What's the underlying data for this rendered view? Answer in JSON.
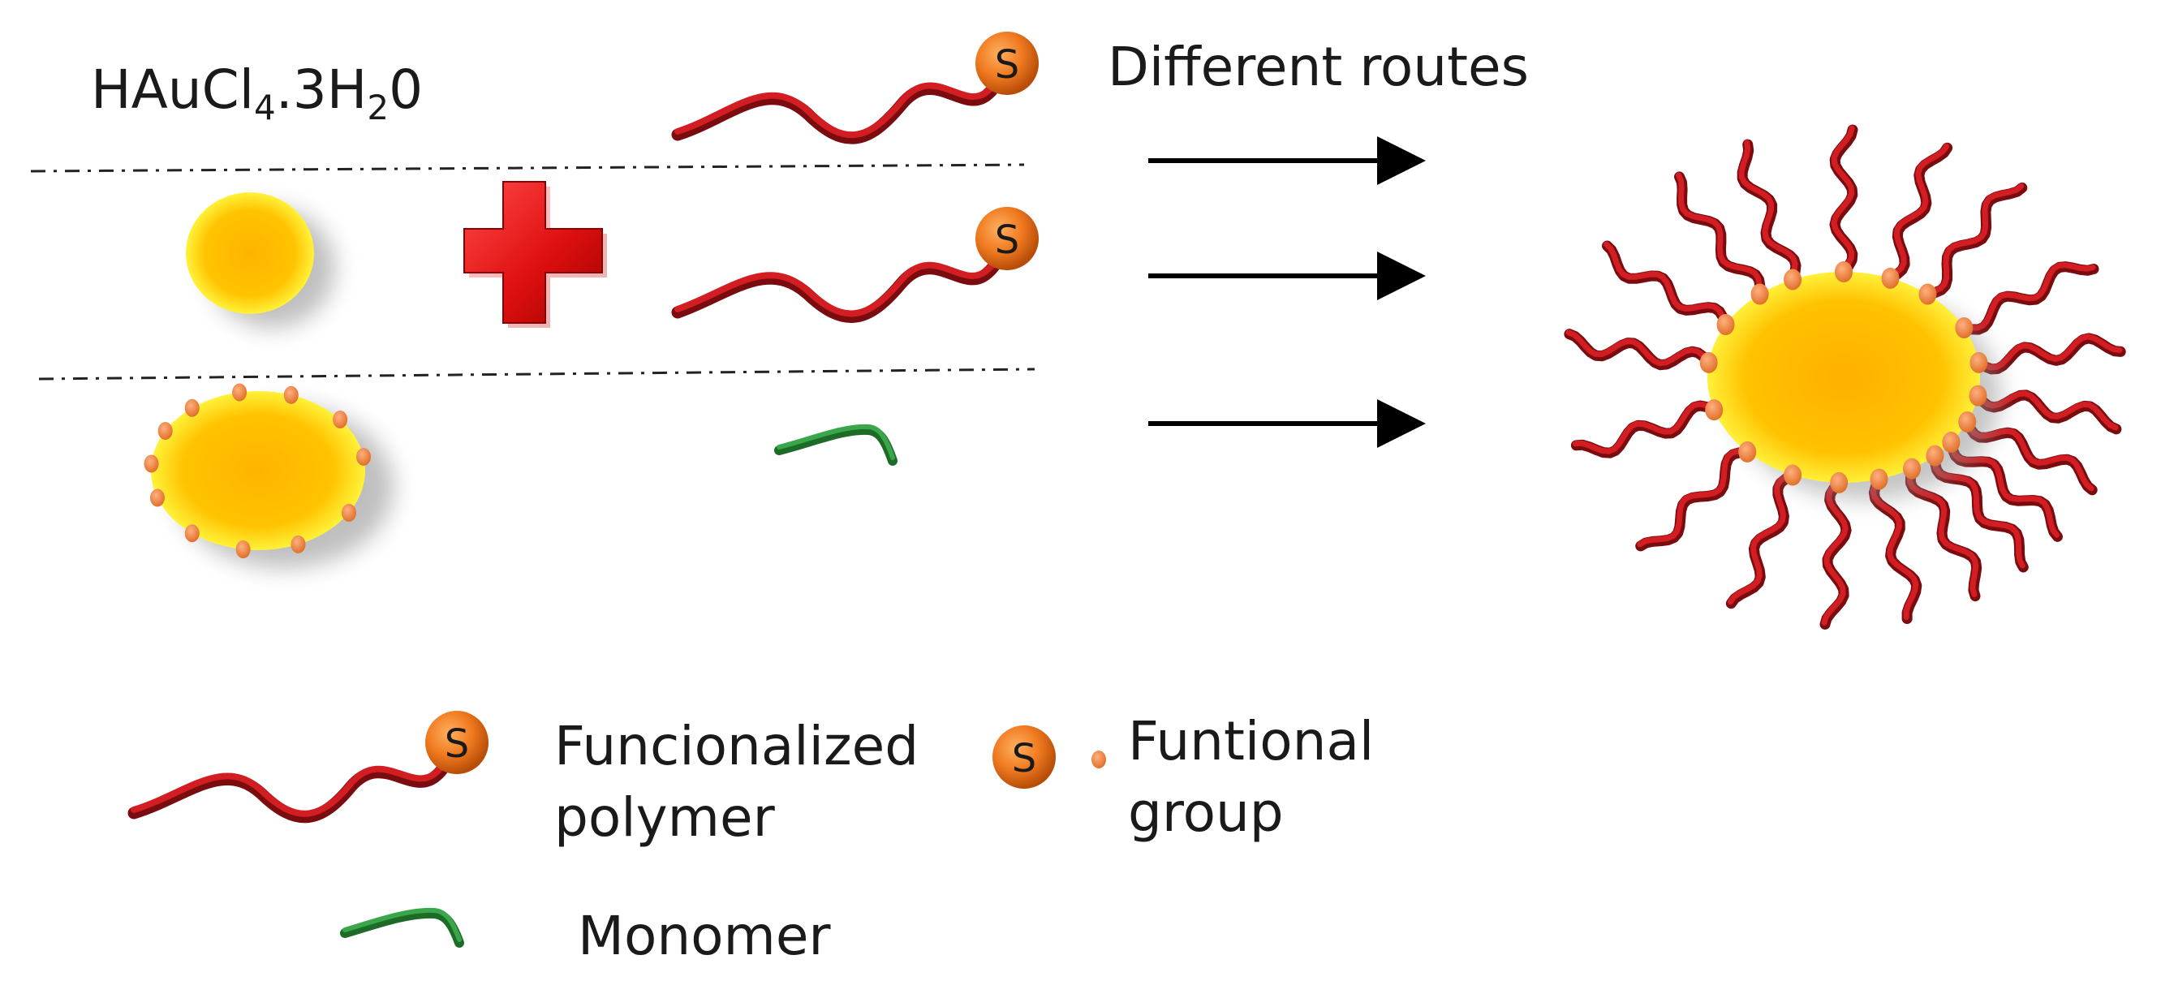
{
  "precursor": {
    "formula_prefix": "HAuCl",
    "sub1": "4",
    "formula_mid": ".3H",
    "sub2": "2",
    "formula_end": "0"
  },
  "process_label": "Different routes",
  "functional_group_symbol": "S",
  "legend": {
    "polymer_line1": "Funcionalized",
    "polymer_line2": "polymer",
    "group_line1": "Funtional",
    "group_line2": "group",
    "monomer": "Monomer"
  },
  "colors": {
    "polymer_red": "#c4161c",
    "polymer_dark": "#7a0c10",
    "gold_core": "#ffc000",
    "gold_rim": "#ffee33",
    "group_orange": "#f08a32",
    "monomer_green": "#2e8b3a",
    "plus_red": "#e01b1b",
    "arrow": "#000000"
  }
}
